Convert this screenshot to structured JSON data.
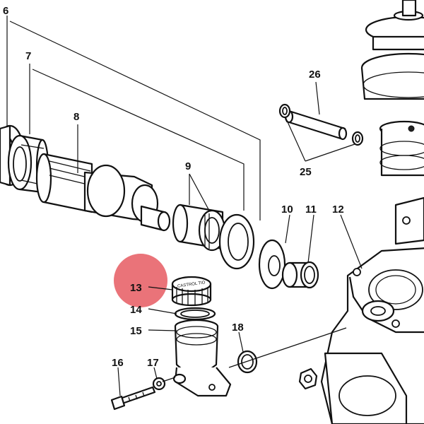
{
  "labels": {
    "l6": "6",
    "l7": "7",
    "l8": "8",
    "l9": "9",
    "l10": "10",
    "l11": "11",
    "l12": "12",
    "l13": "13",
    "l14": "14",
    "l15": "15",
    "l16": "16",
    "l17": "17",
    "l18": "18",
    "l25": "25",
    "l26": "26"
  },
  "cap_inscription": "CASTROL TIO",
  "highlight": {
    "label": "13",
    "color": "#e8646a"
  },
  "colors": {
    "line": "#111111",
    "background": "#ffffff"
  }
}
